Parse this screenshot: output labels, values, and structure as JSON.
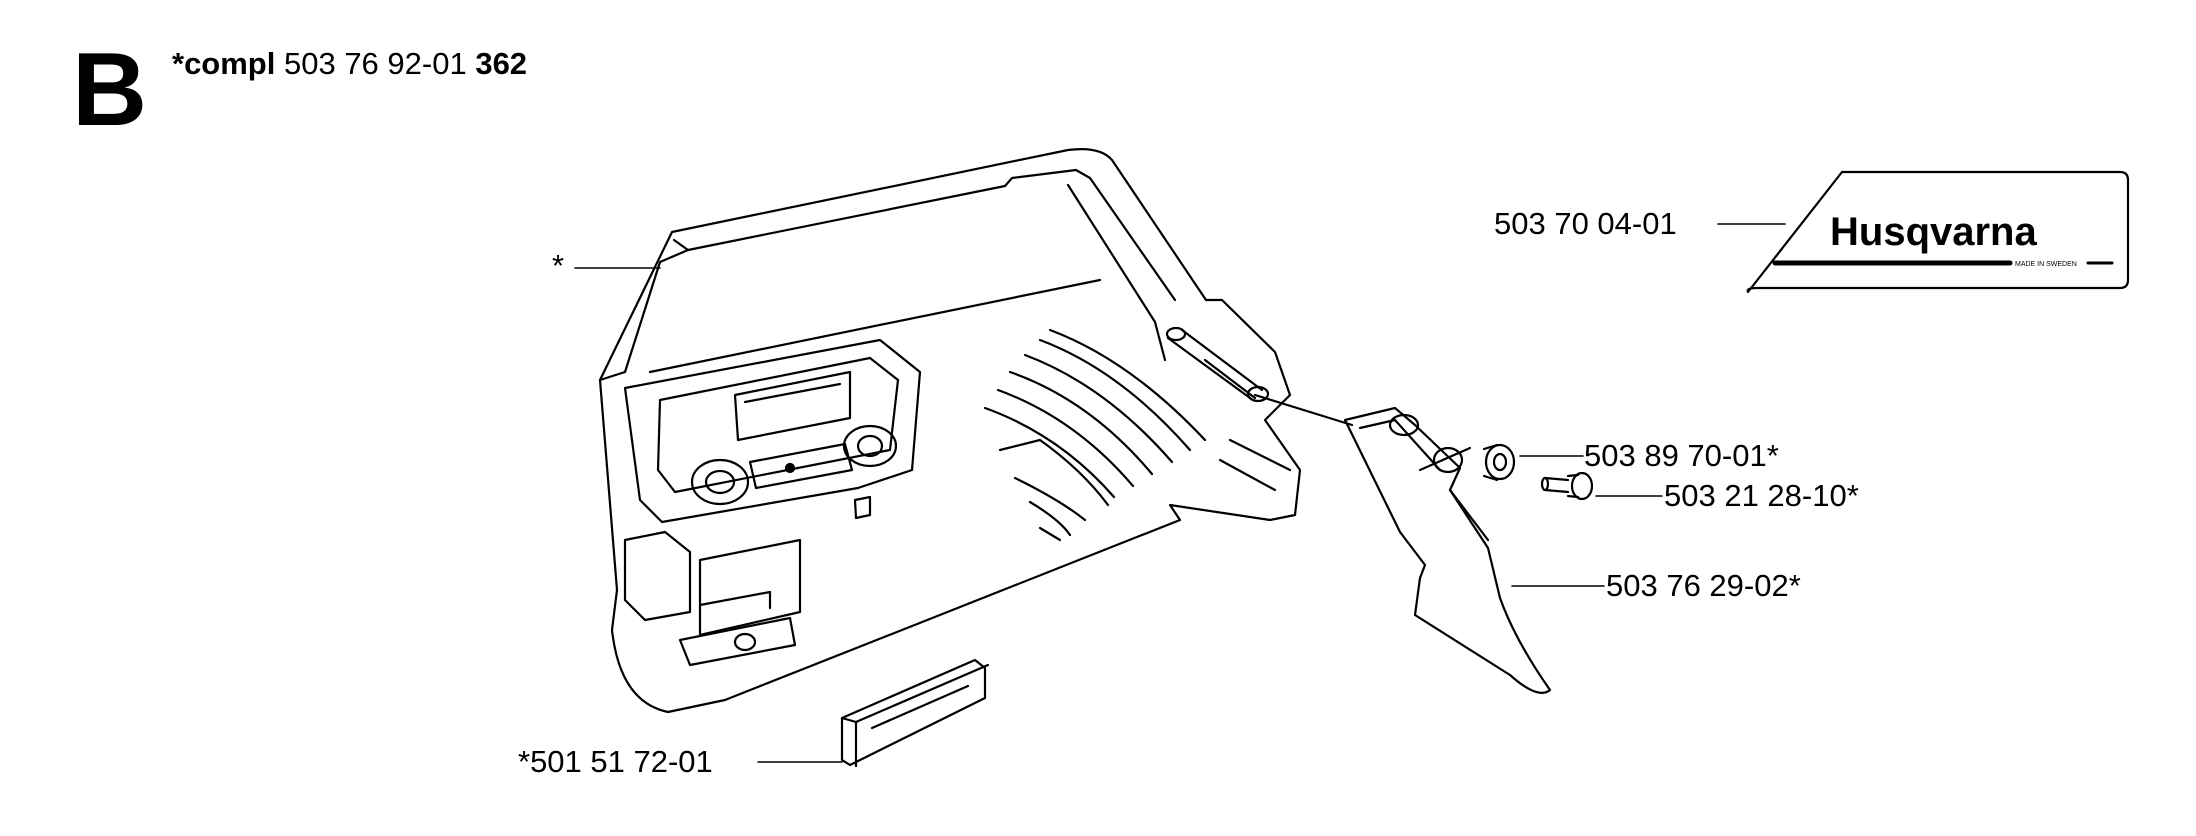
{
  "header": {
    "section_letter": "B",
    "compl_prefix": "*compl",
    "compl_part_number": "503 76 92-01",
    "page_number": "362"
  },
  "callouts": {
    "cover": "*",
    "decal": "503 70 04-01",
    "spacer": "503 89 70-01*",
    "screw": "503 21 28-10*",
    "guard_plate": "503 76 29-02*",
    "cap": "*501 51 72-01"
  },
  "logo": {
    "brand": "Husqvarna",
    "tagline": "MADE IN SWEDEN"
  }
}
